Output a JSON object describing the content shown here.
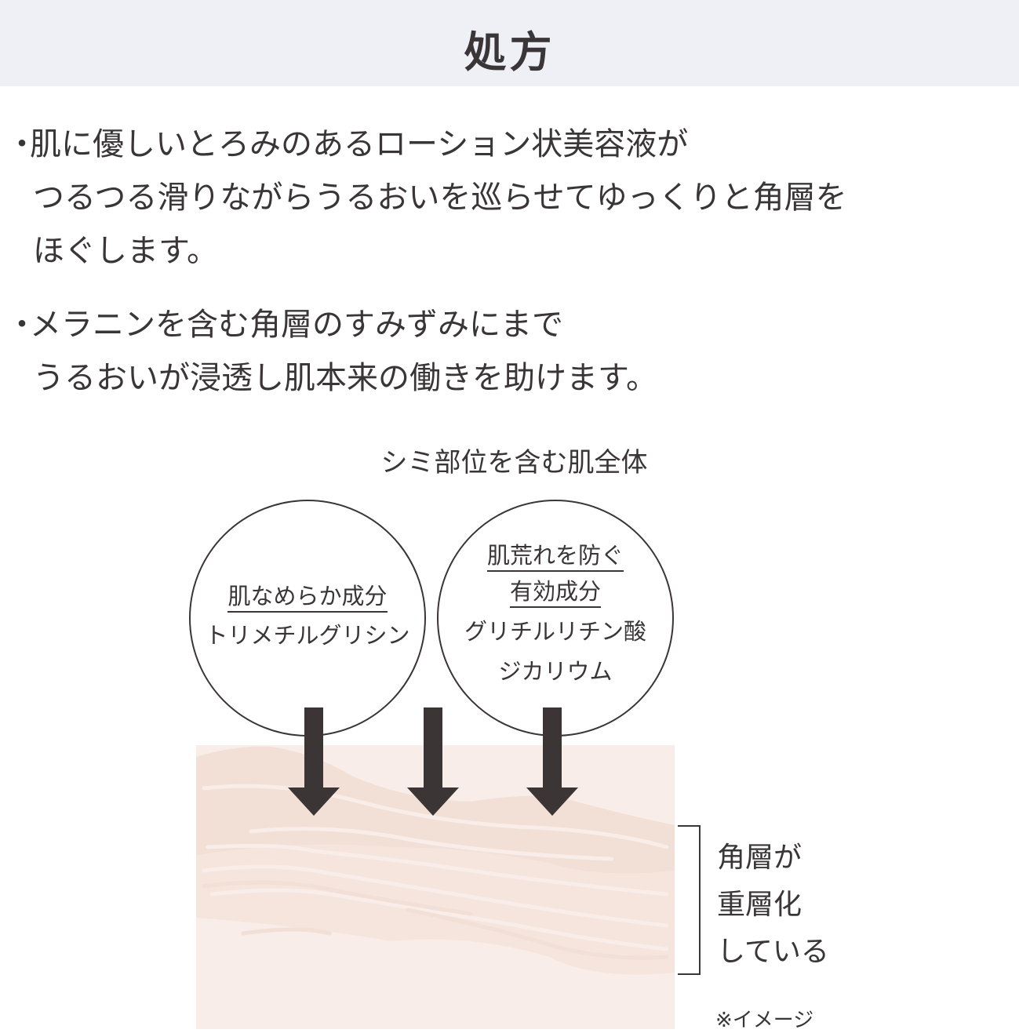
{
  "header": {
    "title": "処方"
  },
  "bullets": [
    {
      "marker": "・",
      "lines": [
        "肌に優しいとろみのあるローション状美容液が",
        "つるつる滑りながらうるおいを巡らせてゆっくりと角層を",
        "ほぐします。"
      ]
    },
    {
      "marker": "・",
      "lines": [
        "メラニンを含む角層のすみずみにまで",
        "うるおいが浸透し肌本来の働きを助けます。"
      ]
    }
  ],
  "diagram": {
    "title": "シミ部位を含む肌全体",
    "circles": [
      {
        "label_lines": [
          "肌なめらか成分"
        ],
        "ingredient_lines": [
          "トリメチルグリシン"
        ]
      },
      {
        "label_lines": [
          "肌荒れを防ぐ",
          "有効成分"
        ],
        "ingredient_lines": [
          "グリチルリチン酸",
          "ジカリウム"
        ]
      }
    ],
    "side_label": [
      "角層が",
      "重層化",
      "している"
    ],
    "note": "※イメージ",
    "colors": {
      "skin_dark": "#f2dfd6",
      "skin_mid": "#f5e5dd",
      "skin_light": "#f8ede8",
      "arrow": "#3b3536"
    }
  }
}
